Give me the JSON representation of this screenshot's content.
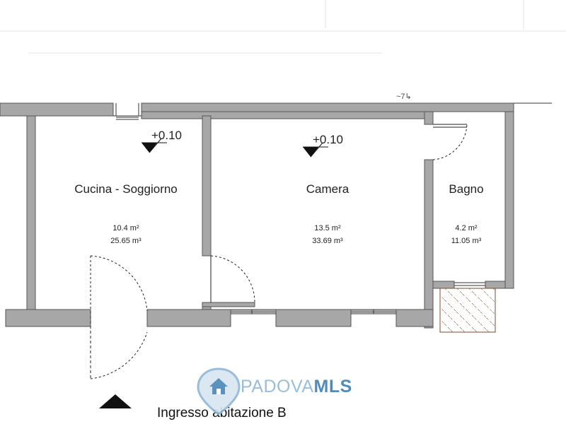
{
  "rooms": [
    {
      "name": "Cucina - Soggiorno",
      "area": "10.4 m²",
      "volume": "25.65 m³",
      "level": "+0.10"
    },
    {
      "name": "Camera",
      "area": "13.5 m²",
      "volume": "33.69 m³",
      "level": "+0.10"
    },
    {
      "name": "Bagno",
      "area": "4.2 m²",
      "volume": "11.05 m³"
    }
  ],
  "entrance_label": "Ingresso abitazione B",
  "watermark": {
    "prefix": "PADOVA",
    "suffix": "MLS"
  },
  "colors": {
    "wall": "#a7a7a7",
    "line": "#222222",
    "brand_light": "#8fb6d6",
    "brand_dark": "#3f7fb3",
    "hatch": "#7a4a2e"
  }
}
